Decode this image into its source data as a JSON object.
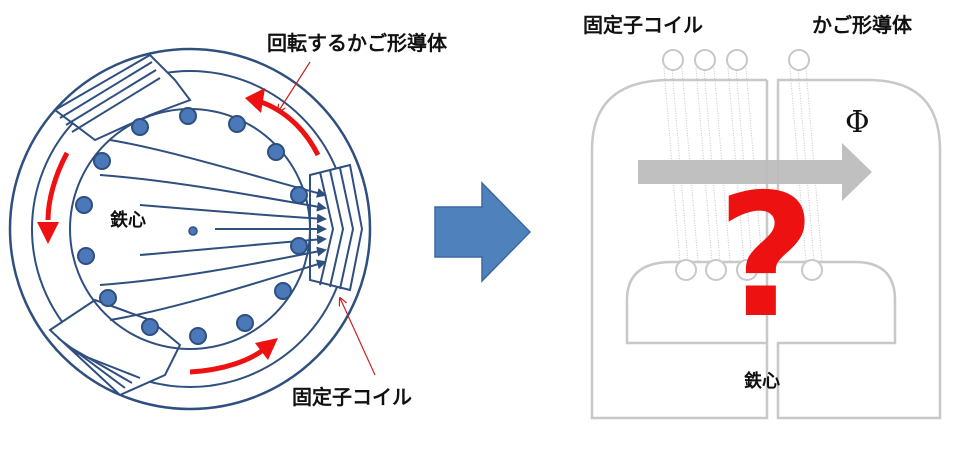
{
  "left_diagram": {
    "rotating_cage_label": "回転するかご形導体",
    "core_label": "鉄心",
    "stator_coil_label": "固定子コイル"
  },
  "right_diagram": {
    "stator_coil_label": "固定子コイル",
    "cage_conductor_label": "かご形導体",
    "flux_symbol": "Φ",
    "question_mark": "?",
    "core_label": "鉄心"
  },
  "colors": {
    "outline_blue": "#2f4f7f",
    "conductor_blue": "#4a78b8",
    "red_arrow": "#ee1111",
    "big_arrow_blue": "#4f81bd",
    "gray": "#c8c8c8",
    "flux_gray": "#bdbdbd"
  }
}
